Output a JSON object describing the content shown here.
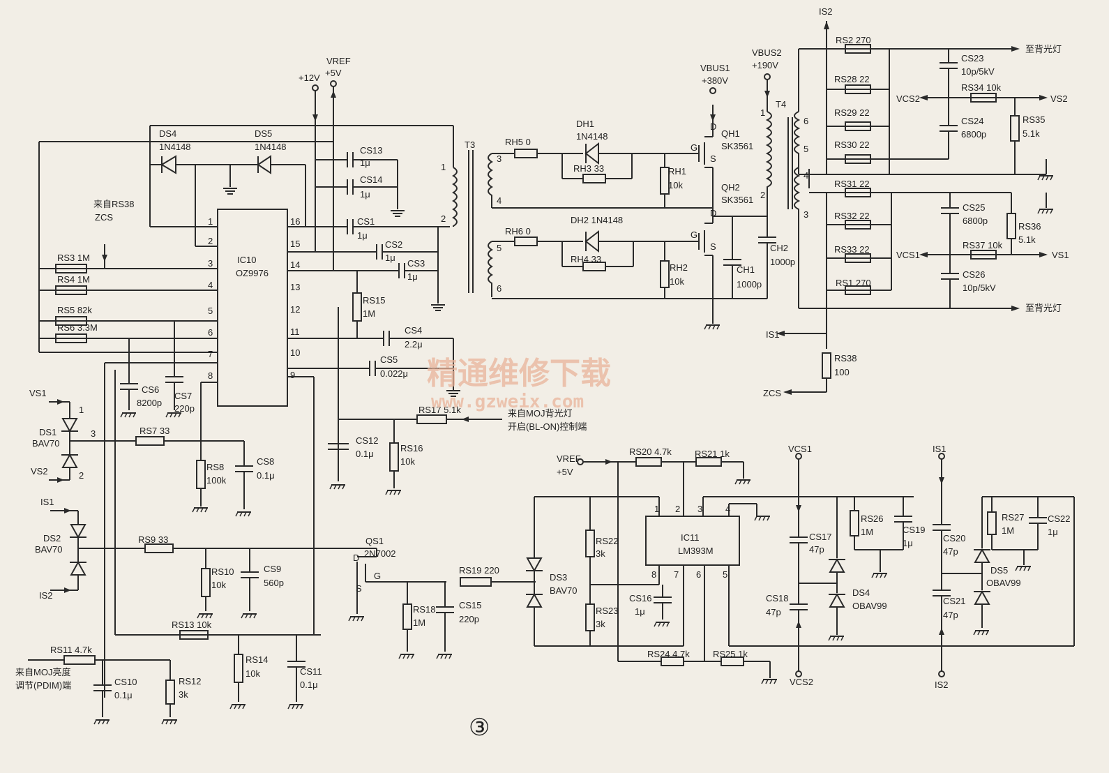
{
  "top_label": "IS2",
  "rails": {
    "v12": "+12V",
    "v5": "+5V",
    "vref": "VREF",
    "vbus1": "VBUS1",
    "v380": "+380V",
    "vbus2": "VBUS2",
    "v190": "+190V"
  },
  "ic10": {
    "ref": "IC10",
    "part": "OZ9976",
    "pins_left": [
      "1",
      "2",
      "3",
      "4",
      "5",
      "6",
      "7",
      "8"
    ],
    "pins_right": [
      "16",
      "15",
      "14",
      "13",
      "12",
      "11",
      "10",
      "9"
    ]
  },
  "ic11": {
    "ref": "IC11",
    "part": "LM393M",
    "pins_top": [
      "1",
      "2",
      "3",
      "4"
    ],
    "pins_bottom": [
      "8",
      "7",
      "6",
      "5"
    ]
  },
  "left": {
    "from_rs38": "来自RS38",
    "zcs": "ZCS",
    "rs3": "RS3  1M",
    "rs4": "RS4  1M",
    "rs5": "RS5  82k",
    "rs6": "RS6  3.3M",
    "ds4": "DS4",
    "ds4p": "1N4148",
    "ds5": "DS5",
    "ds5p": "1N4148",
    "cs6": "CS6",
    "cs6v": "8200p",
    "cs7": "CS7",
    "cs7v": "220p",
    "vs1": "VS1",
    "vs2": "VS2",
    "ds1": "DS1",
    "ds1p": "BAV70",
    "rs7": "RS7  33",
    "rs8": "RS8",
    "rs8v": "100k",
    "cs8": "CS8",
    "cs8v": "0.1μ",
    "is1": "IS1",
    "is2": "IS2",
    "ds2": "DS2",
    "ds2p": "BAV70",
    "rs9": "RS9  33",
    "rs10": "RS10",
    "rs10v": "10k",
    "cs9": "CS9",
    "cs9v": "560p",
    "rs13": "RS13  10k",
    "rs14": "RS14",
    "rs14v": "10k",
    "cs11": "CS11",
    "cs11v": "0.1μ",
    "rs11": "RS11  4.7k",
    "pdim1": "来自MOJ亮度",
    "pdim2": "调节(PDIM)端",
    "cs10": "CS10",
    "cs10v": "0.1μ",
    "rs12": "RS12",
    "rs12v": "3k",
    "p1": "1",
    "p2": "2",
    "p3": "3"
  },
  "mid": {
    "cs13": "CS13",
    "cs13v": "1μ",
    "cs14": "CS14",
    "cs14v": "1μ",
    "cs1": "CS1",
    "cs1v": "1μ",
    "cs2": "CS2",
    "cs2v": "1μ",
    "cs3": "CS3",
    "cs3v": "1μ",
    "rs15": "RS15",
    "rs15v": "1M",
    "cs4": "CS4",
    "cs4v": "2.2μ",
    "cs5": "CS5",
    "cs5v": "0.022μ",
    "rs17": "RS17  5.1k",
    "blon1": "来自MOJ背光灯",
    "blon2": "开启(BL-ON)控制端",
    "cs12": "CS12",
    "cs12v": "0.1μ",
    "rs16": "RS16",
    "rs16v": "10k",
    "qs1": "QS1",
    "qs1p": "2N7002",
    "d": "D",
    "g": "G",
    "s": "S",
    "rs19": "RS19  220",
    "rs18": "RS18",
    "rs18v": "1M",
    "cs15": "CS15",
    "cs15v": "220p",
    "ds3": "DS3",
    "ds3p": "BAV70",
    "t3": "T3",
    "t3p1": "1",
    "t3p2": "2"
  },
  "bridge": {
    "rh5": "RH5  0",
    "dh1": "DH1",
    "dh1p": "1N4148",
    "rh3": "RH3  33",
    "rh1": "RH1",
    "rh1v": "10k",
    "qh1": "QH1",
    "qh1p": "SK3561",
    "qh2": "QH2",
    "qh2p": "SK3561",
    "rh6": "RH6  0",
    "dh2": "DH2  1N4148",
    "rh4": "RH4  33",
    "rh2": "RH2",
    "rh2v": "10k",
    "ch1": "CH1",
    "ch1v": "1000p",
    "ch2": "CH2",
    "ch2v": "1000p",
    "n3": "3",
    "n4": "4",
    "n5": "5",
    "n6": "6",
    "t4": "T4"
  },
  "right": {
    "rs2": "RS2  270",
    "rs28": "RS28  22",
    "rs29": "RS29  22",
    "rs30": "RS30  22",
    "cs23": "CS23",
    "cs23v": "10p/5kV",
    "cs24": "CS24",
    "cs24v": "6800p",
    "rs34": "RS34  10k",
    "rs35": "RS35",
    "rs35v": "5.1k",
    "vcs2": "VCS2",
    "vs2": "VS2",
    "backlight": "至背光灯",
    "rs31": "RS31  22",
    "rs32": "RS32  22",
    "rs33": "RS33  22",
    "rs1": "RS1  270",
    "cs25": "CS25",
    "cs25v": "6800p",
    "rs36": "RS36",
    "rs36v": "5.1k",
    "vcs1": "VCS1",
    "rs37": "RS37  10k",
    "vs1": "VS1",
    "cs26": "CS26",
    "cs26v": "10p/5kV",
    "is1": "IS1",
    "rs38": "RS38",
    "rs38v": "100",
    "zcs": "ZCS",
    "w6": "6",
    "w5": "5",
    "w4": "4",
    "w3": "3",
    "p1": "1",
    "p2": "2"
  },
  "cmp": {
    "vref": "VREF",
    "v5": "+5V",
    "rs20": "RS20  4.7k",
    "rs21": "RS21  1k",
    "rs22": "RS22",
    "rs22v": "3k",
    "rs23": "RS23",
    "rs23v": "3k",
    "cs16": "CS16",
    "cs16v": "1μ",
    "rs24": "RS24  4.7k",
    "rs25": "RS25  1k",
    "vcs1": "VCS1",
    "vcs2": "VCS2",
    "cs17": "CS17",
    "cs17v": "47p",
    "cs18": "CS18",
    "cs18v": "47p",
    "rs26": "RS26",
    "rs26v": "1M",
    "cs19": "CS19",
    "cs19v": "1μ",
    "ds4": "DS4",
    "ds4p": "OBAV99",
    "is1": "IS1",
    "is2": "IS2",
    "cs20": "CS20",
    "cs20v": "47p",
    "cs21": "CS21",
    "cs21v": "47p",
    "rs27": "RS27",
    "rs27v": "1M",
    "cs22": "CS22",
    "cs22v": "1μ",
    "ds5": "DS5",
    "ds5p": "OBAV99"
  },
  "watermark": {
    "cn": "精通维修下载",
    "url": "www.gzweix.com"
  },
  "figure_num": "③"
}
